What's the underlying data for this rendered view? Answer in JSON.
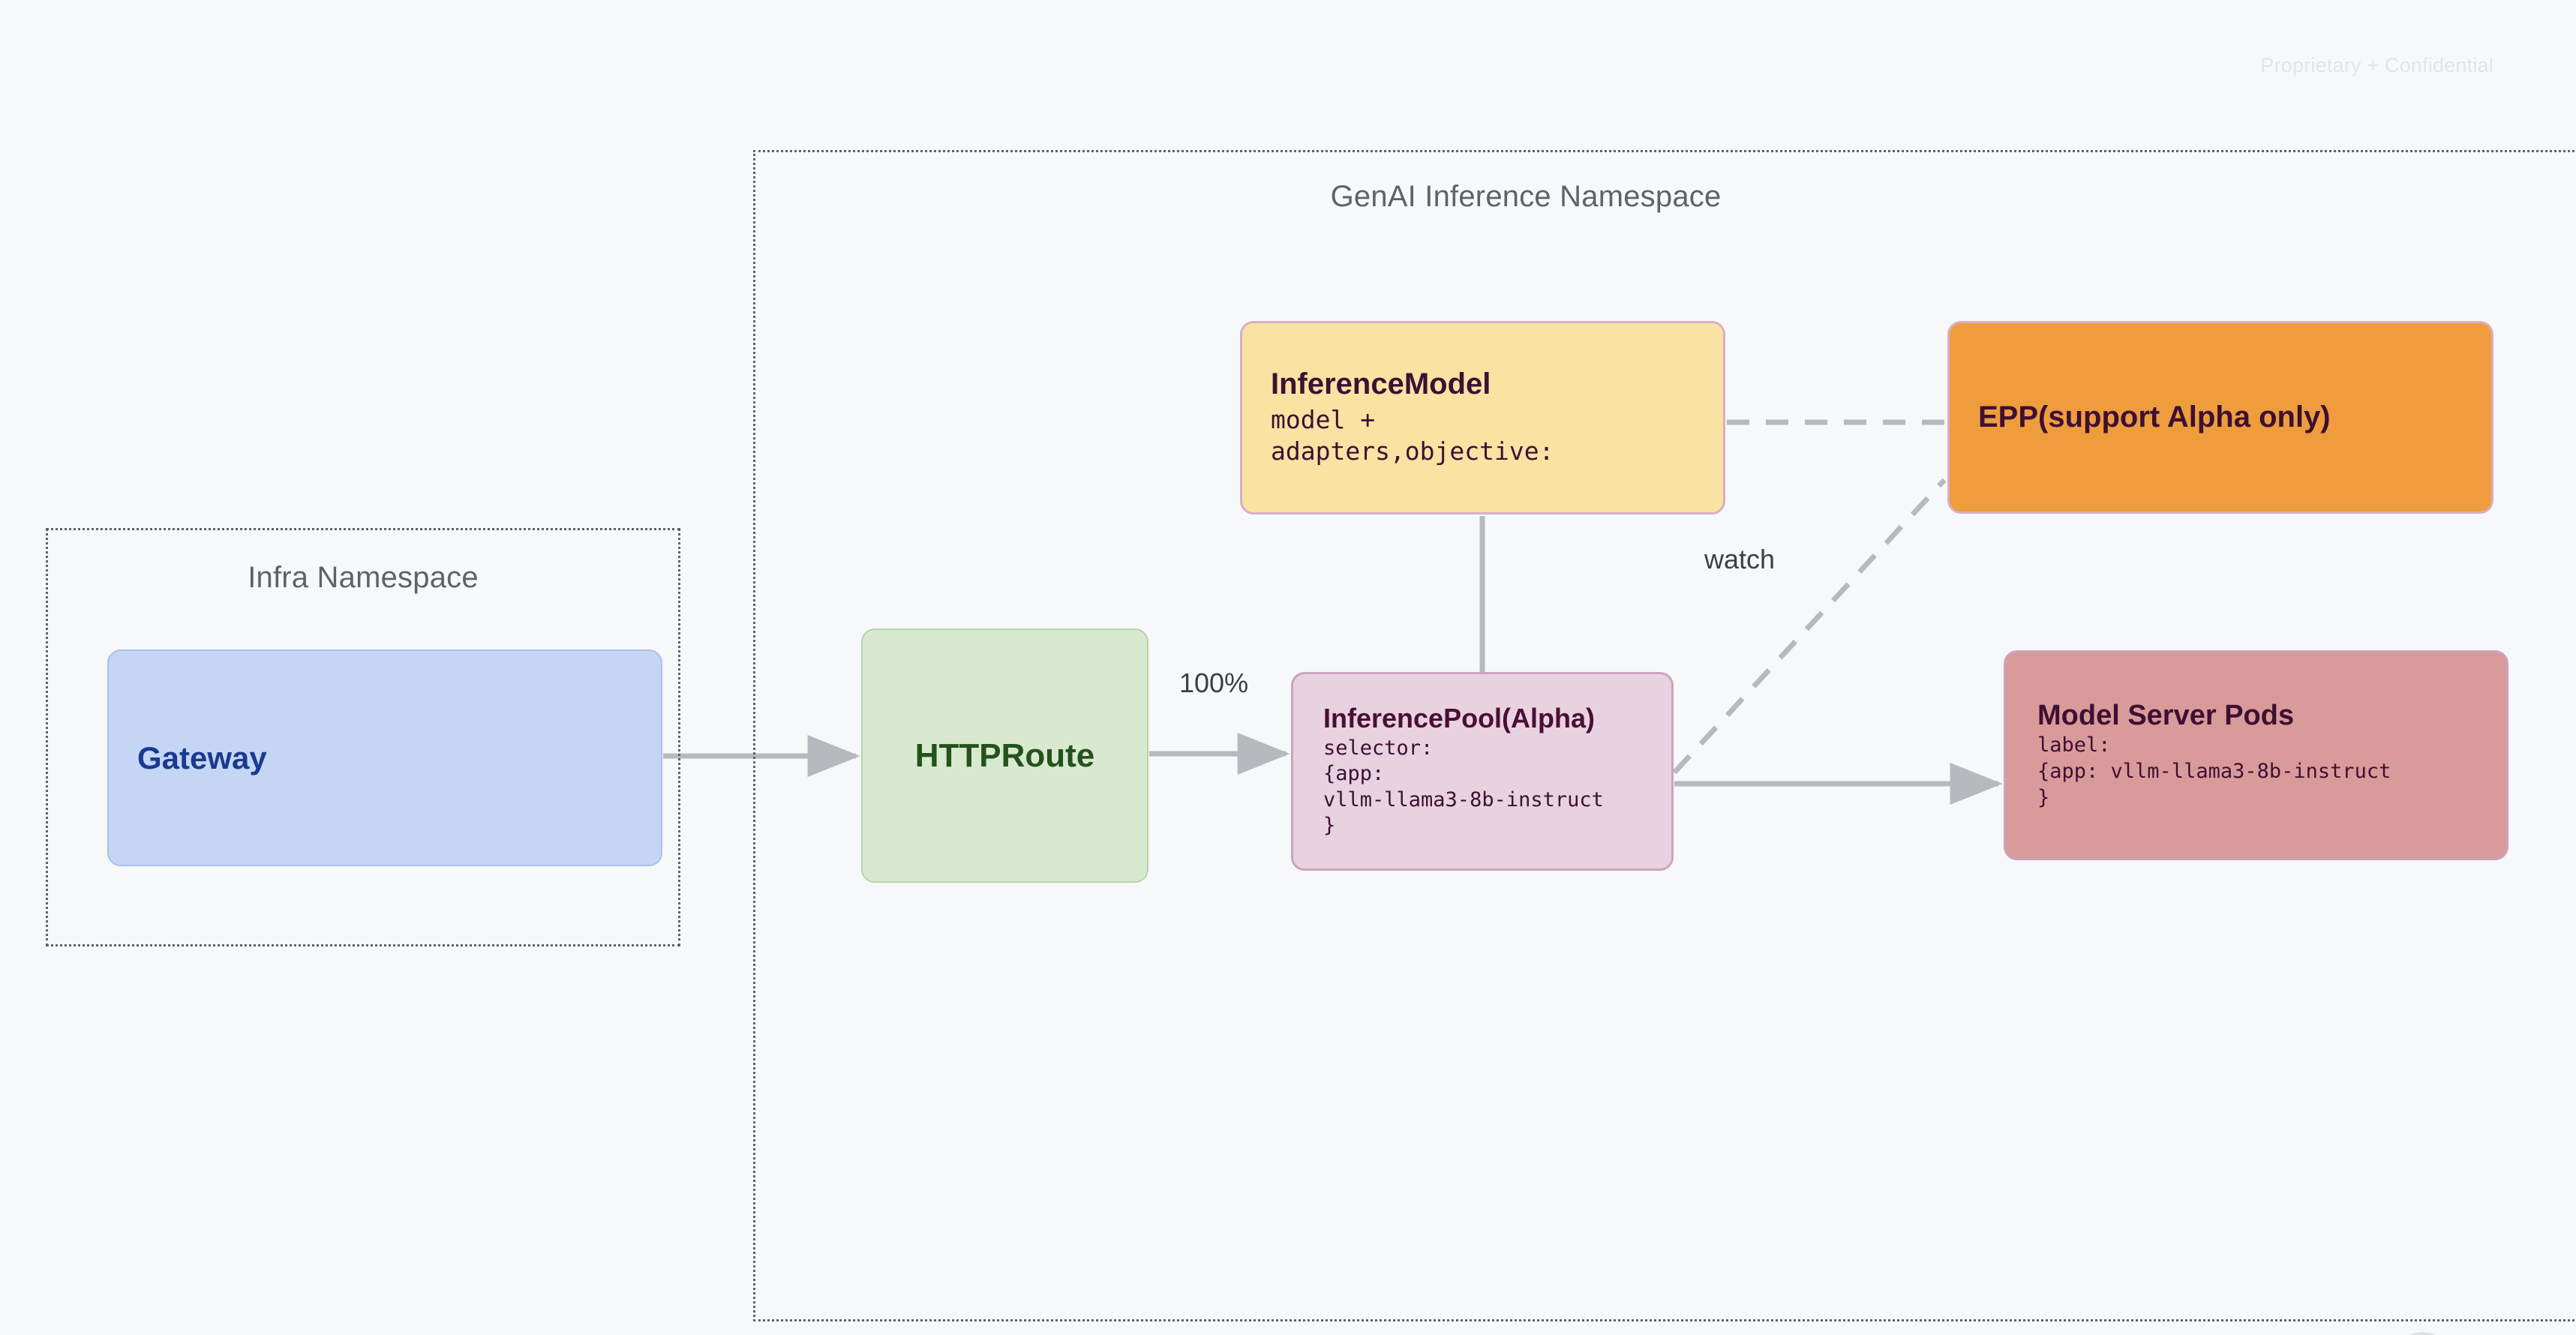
{
  "watermark": "Proprietary + Confidential",
  "namespaces": [
    {
      "id": "infra",
      "title": "Infra Namespace"
    },
    {
      "id": "genai",
      "title": "GenAI Inference Namespace"
    }
  ],
  "nodes": {
    "gateway": {
      "title": "Gateway",
      "sub": "",
      "fill": "#c5d6f5",
      "stroke": "#a8c0e8",
      "text_color": "#1a3a8f"
    },
    "httproute": {
      "title": "HTTPRoute",
      "sub": "",
      "fill": "#d9e9d0",
      "stroke": "#b7d3a8",
      "text_color": "#24521c"
    },
    "inference_model": {
      "title": "InferenceModel",
      "sub": "model +\nadapters,objective:",
      "fill": "#f8e3a3",
      "stroke": "#d8aec6",
      "text_color": "#3d1033"
    },
    "inference_pool": {
      "title": "InferencePool(Alpha)",
      "sub": "selector:\n{app:\nvllm-llama3-8b-instruct\n}",
      "fill": "#e8d2df",
      "stroke": "#cba3bd",
      "text_color": "#4a0f35"
    },
    "epp": {
      "title": "EPP(support Alpha only)",
      "sub": "",
      "fill": "#ef9d3c",
      "stroke": "#d8aec6",
      "text_color": "#3d1033"
    },
    "model_server_pods": {
      "title": "Model Server Pods",
      "sub": "label:\n{app: vllm-llama3-8b-instruct\n}",
      "fill": "#d99a9a",
      "stroke": "#cba3bd",
      "text_color": "#3d1033"
    }
  },
  "edges": [
    {
      "id": "gateway-to-httproute",
      "from": "gateway",
      "to": "httproute",
      "label": "",
      "style": "solid",
      "arrow": true
    },
    {
      "id": "httproute-to-inferencepool",
      "from": "httproute",
      "to": "inference_pool",
      "label": "100%",
      "style": "solid",
      "arrow": true
    },
    {
      "id": "inferencemodel-to-inferencepool",
      "from": "inference_model",
      "to": "inference_pool",
      "label": "",
      "style": "solid",
      "arrow": false
    },
    {
      "id": "inferencemodel-to-epp",
      "from": "inference_model",
      "to": "epp",
      "label": "",
      "style": "dashed",
      "arrow": false
    },
    {
      "id": "inferencepool-to-epp",
      "from": "inference_pool",
      "to": "epp",
      "label": "watch",
      "style": "dashed",
      "arrow": false
    },
    {
      "id": "inferencepool-to-modelserverpods",
      "from": "inference_pool",
      "to": "model_server_pods",
      "label": "",
      "style": "solid",
      "arrow": true
    }
  ],
  "edge_labels": {
    "traffic_weight": "100%",
    "watch": "watch"
  },
  "colors": {
    "background": "#f7f8fa",
    "namespace_border": "#5f6368",
    "namespace_title": "#5f6368",
    "edge": "#b6b9be",
    "edge_label": "#3c4043",
    "watermark": "#e3e4e6"
  }
}
